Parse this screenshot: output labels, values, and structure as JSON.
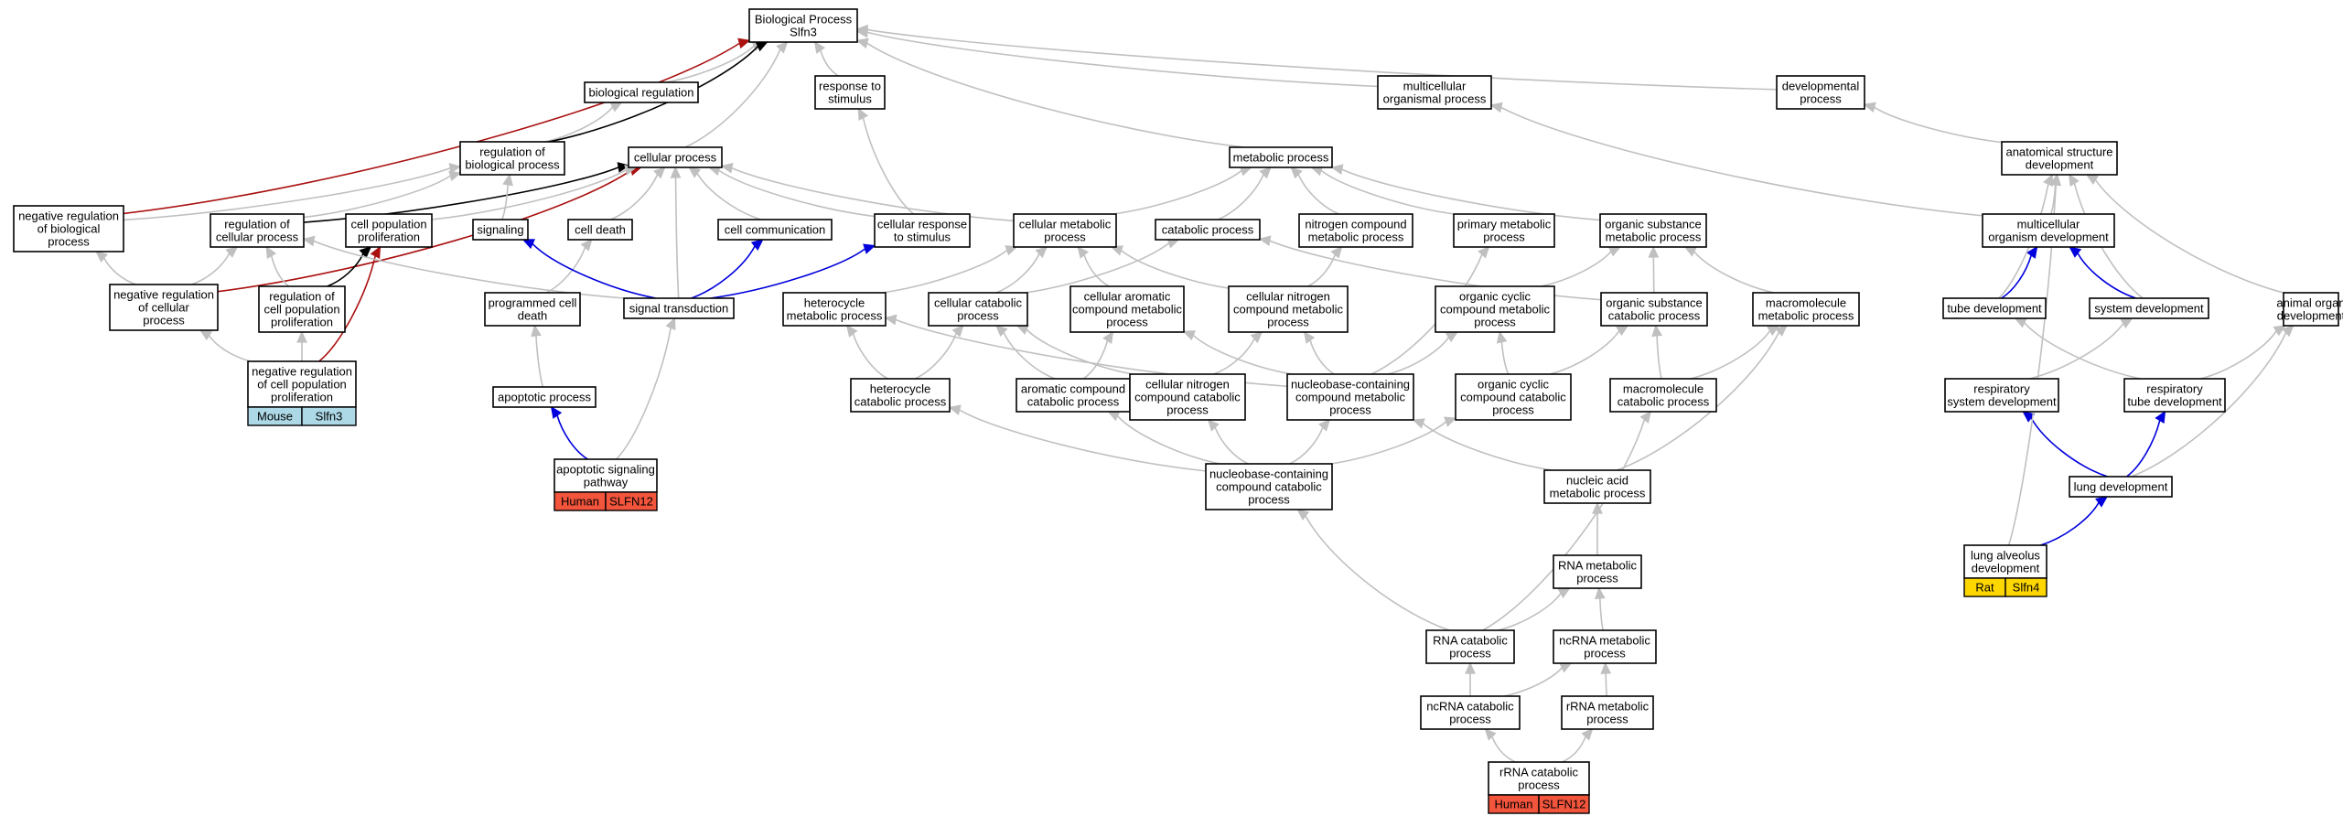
{
  "colors": {
    "is_a": "#c0c0c0",
    "positively_regulates": "#0000dd",
    "negatively_regulates": "#aa1111",
    "regulates": "#000000",
    "human": "#f2543c",
    "mouse": "#add8e6",
    "rat": "#ffd700"
  },
  "nodes": [
    {
      "id": "bp",
      "lines": [
        "Biological Process",
        "Slfn3"
      ]
    },
    {
      "id": "bioreg",
      "lines": [
        "biological regulation"
      ]
    },
    {
      "id": "respstim",
      "lines": [
        "response to",
        "stimulus"
      ]
    },
    {
      "id": "multiorg",
      "lines": [
        "multicellular",
        "organismal process"
      ]
    },
    {
      "id": "devproc",
      "lines": [
        "developmental",
        "process"
      ]
    },
    {
      "id": "regbp",
      "lines": [
        "regulation of",
        "biological process"
      ]
    },
    {
      "id": "cellproc",
      "lines": [
        "cellular process"
      ]
    },
    {
      "id": "metproc",
      "lines": [
        "metabolic process"
      ]
    },
    {
      "id": "anatdev",
      "lines": [
        "anatomical structure",
        "development"
      ]
    },
    {
      "id": "negregbp",
      "lines": [
        "negative regulation",
        "of biological",
        "process"
      ]
    },
    {
      "id": "regcell",
      "lines": [
        "regulation of",
        "cellular process"
      ]
    },
    {
      "id": "cellpop",
      "lines": [
        "cell population",
        "proliferation"
      ]
    },
    {
      "id": "signaling",
      "lines": [
        "signaling"
      ]
    },
    {
      "id": "celldeath",
      "lines": [
        "cell death"
      ]
    },
    {
      "id": "cellcomm",
      "lines": [
        "cell communication"
      ]
    },
    {
      "id": "cellresp",
      "lines": [
        "cellular response",
        "to stimulus"
      ]
    },
    {
      "id": "cellmet",
      "lines": [
        "cellular metabolic",
        "process"
      ]
    },
    {
      "id": "catproc",
      "lines": [
        "catabolic process"
      ]
    },
    {
      "id": "nitromet",
      "lines": [
        "nitrogen compound",
        "metabolic process"
      ]
    },
    {
      "id": "primmet",
      "lines": [
        "primary metabolic",
        "process"
      ]
    },
    {
      "id": "orgsubmet",
      "lines": [
        "organic substance",
        "metabolic process"
      ]
    },
    {
      "id": "multidev",
      "lines": [
        "multicellular",
        "organism development"
      ]
    },
    {
      "id": "negregcell",
      "lines": [
        "negative regulation",
        "of cellular",
        "process"
      ]
    },
    {
      "id": "regpop",
      "lines": [
        "regulation of",
        "cell population",
        "proliferation"
      ]
    },
    {
      "id": "progdeath",
      "lines": [
        "programmed cell",
        "death"
      ]
    },
    {
      "id": "sigtrans",
      "lines": [
        "signal transduction"
      ]
    },
    {
      "id": "hetmet",
      "lines": [
        "heterocycle",
        "metabolic process"
      ]
    },
    {
      "id": "cellcat",
      "lines": [
        "cellular catabolic",
        "process"
      ]
    },
    {
      "id": "cellarom",
      "lines": [
        "cellular aromatic",
        "compound metabolic",
        "process"
      ]
    },
    {
      "id": "cellnitro",
      "lines": [
        "cellular nitrogen",
        "compound metabolic",
        "process"
      ]
    },
    {
      "id": "orgcycmet",
      "lines": [
        "organic cyclic",
        "compound metabolic",
        "process"
      ]
    },
    {
      "id": "orgsubcat",
      "lines": [
        "organic substance",
        "catabolic process"
      ]
    },
    {
      "id": "macromet",
      "lines": [
        "macromolecule",
        "metabolic process"
      ]
    },
    {
      "id": "tubedev",
      "lines": [
        "tube development"
      ]
    },
    {
      "id": "sysdev",
      "lines": [
        "system development"
      ]
    },
    {
      "id": "animorg",
      "lines": [
        "animal organ",
        "development"
      ]
    },
    {
      "id": "negregpop",
      "lines": [
        "negative regulation",
        "of cell population",
        "proliferation"
      ],
      "tag": {
        "species": "Mouse",
        "gene": "Slfn3",
        "color": "#add8e6"
      }
    },
    {
      "id": "apoproc",
      "lines": [
        "apoptotic process"
      ]
    },
    {
      "id": "hetcat",
      "lines": [
        "heterocycle",
        "catabolic process"
      ]
    },
    {
      "id": "aromcat",
      "lines": [
        "aromatic compound",
        "catabolic process"
      ]
    },
    {
      "id": "cellnitrocat",
      "lines": [
        "cellular nitrogen",
        "compound catabolic",
        "process"
      ]
    },
    {
      "id": "nucmet",
      "lines": [
        "nucleobase-containing",
        "compound metabolic",
        "process"
      ]
    },
    {
      "id": "orgcyccat",
      "lines": [
        "organic cyclic",
        "compound catabolic",
        "process"
      ]
    },
    {
      "id": "macrocat",
      "lines": [
        "macromolecule",
        "catabolic process"
      ]
    },
    {
      "id": "respsys",
      "lines": [
        "respiratory",
        "system development"
      ]
    },
    {
      "id": "resptube",
      "lines": [
        "respiratory",
        "tube development"
      ]
    },
    {
      "id": "aposig",
      "lines": [
        "apoptotic signaling",
        "pathway"
      ],
      "tag": {
        "species": "Human",
        "gene": "SLFN12",
        "color": "#f2543c"
      }
    },
    {
      "id": "nuccat",
      "lines": [
        "nucleobase-containing",
        "compound catabolic",
        "process"
      ]
    },
    {
      "id": "nucacid",
      "lines": [
        "nucleic acid",
        "metabolic process"
      ]
    },
    {
      "id": "lungdev",
      "lines": [
        "lung development"
      ]
    },
    {
      "id": "lungalv",
      "lines": [
        "lung alveolus",
        "development"
      ],
      "tag": {
        "species": "Rat",
        "gene": "Slfn4",
        "color": "#ffd700"
      }
    },
    {
      "id": "rnamet",
      "lines": [
        "RNA metabolic",
        "process"
      ]
    },
    {
      "id": "rnacat",
      "lines": [
        "RNA catabolic",
        "process"
      ]
    },
    {
      "id": "ncrnamet",
      "lines": [
        "ncRNA metabolic",
        "process"
      ]
    },
    {
      "id": "ncrnacat",
      "lines": [
        "ncRNA catabolic",
        "process"
      ]
    },
    {
      "id": "rrnamet",
      "lines": [
        "rRNA metabolic",
        "process"
      ]
    },
    {
      "id": "rrnacat",
      "lines": [
        "rRNA catabolic",
        "process"
      ],
      "tag": {
        "species": "Human",
        "gene": "SLFN12",
        "color": "#f2543c"
      }
    }
  ],
  "edges": [
    {
      "from": "bioreg",
      "to": "bp",
      "rel": "is_a"
    },
    {
      "from": "respstim",
      "to": "bp",
      "rel": "is_a"
    },
    {
      "from": "multiorg",
      "to": "bp",
      "rel": "is_a"
    },
    {
      "from": "devproc",
      "to": "bp",
      "rel": "is_a"
    },
    {
      "from": "cellproc",
      "to": "bp",
      "rel": "is_a"
    },
    {
      "from": "metproc",
      "to": "bp",
      "rel": "is_a"
    },
    {
      "from": "regbp",
      "to": "bioreg",
      "rel": "is_a"
    },
    {
      "from": "regbp",
      "to": "bp",
      "rel": "regulates"
    },
    {
      "from": "negregbp",
      "to": "bp",
      "rel": "negatively_regulates"
    },
    {
      "from": "negregbp",
      "to": "regbp",
      "rel": "is_a"
    },
    {
      "from": "anatdev",
      "to": "devproc",
      "rel": "is_a"
    },
    {
      "from": "multidev",
      "to": "multiorg",
      "rel": "is_a"
    },
    {
      "from": "multidev",
      "to": "anatdev",
      "rel": "is_a"
    },
    {
      "from": "regcell",
      "to": "regbp",
      "rel": "is_a"
    },
    {
      "from": "regcell",
      "to": "cellproc",
      "rel": "regulates"
    },
    {
      "from": "negregcell",
      "to": "negregbp",
      "rel": "is_a"
    },
    {
      "from": "negregcell",
      "to": "regcell",
      "rel": "is_a"
    },
    {
      "from": "negregcell",
      "to": "cellproc",
      "rel": "negatively_regulates"
    },
    {
      "from": "cellpop",
      "to": "cellproc",
      "rel": "is_a"
    },
    {
      "from": "regpop",
      "to": "regcell",
      "rel": "is_a"
    },
    {
      "from": "regpop",
      "to": "cellpop",
      "rel": "regulates"
    },
    {
      "from": "negregpop",
      "to": "regpop",
      "rel": "is_a"
    },
    {
      "from": "negregpop",
      "to": "negregcell",
      "rel": "is_a"
    },
    {
      "from": "negregpop",
      "to": "cellpop",
      "rel": "negatively_regulates"
    },
    {
      "from": "signaling",
      "to": "regbp",
      "rel": "is_a"
    },
    {
      "from": "celldeath",
      "to": "cellproc",
      "rel": "is_a"
    },
    {
      "from": "cellcomm",
      "to": "cellproc",
      "rel": "is_a"
    },
    {
      "from": "cellresp",
      "to": "cellproc",
      "rel": "is_a"
    },
    {
      "from": "cellresp",
      "to": "respstim",
      "rel": "is_a"
    },
    {
      "from": "cellmet",
      "to": "cellproc",
      "rel": "is_a"
    },
    {
      "from": "cellmet",
      "to": "metproc",
      "rel": "is_a"
    },
    {
      "from": "catproc",
      "to": "metproc",
      "rel": "is_a"
    },
    {
      "from": "nitromet",
      "to": "metproc",
      "rel": "is_a"
    },
    {
      "from": "primmet",
      "to": "metproc",
      "rel": "is_a"
    },
    {
      "from": "orgsubmet",
      "to": "metproc",
      "rel": "is_a"
    },
    {
      "from": "progdeath",
      "to": "celldeath",
      "rel": "is_a"
    },
    {
      "from": "apoproc",
      "to": "progdeath",
      "rel": "is_a"
    },
    {
      "from": "sigtrans",
      "to": "signaling",
      "rel": "positively_regulates"
    },
    {
      "from": "sigtrans",
      "to": "cellcomm",
      "rel": "positively_regulates"
    },
    {
      "from": "sigtrans",
      "to": "cellresp",
      "rel": "positively_regulates"
    },
    {
      "from": "sigtrans",
      "to": "cellproc",
      "rel": "is_a"
    },
    {
      "from": "sigtrans",
      "to": "regcell",
      "rel": "is_a"
    },
    {
      "from": "aposig",
      "to": "apoproc",
      "rel": "positively_regulates"
    },
    {
      "from": "aposig",
      "to": "sigtrans",
      "rel": "is_a"
    },
    {
      "from": "hetmet",
      "to": "cellmet",
      "rel": "is_a"
    },
    {
      "from": "cellcat",
      "to": "cellmet",
      "rel": "is_a"
    },
    {
      "from": "cellcat",
      "to": "catproc",
      "rel": "is_a"
    },
    {
      "from": "cellarom",
      "to": "cellmet",
      "rel": "is_a"
    },
    {
      "from": "cellnitro",
      "to": "cellmet",
      "rel": "is_a"
    },
    {
      "from": "cellnitro",
      "to": "nitromet",
      "rel": "is_a"
    },
    {
      "from": "orgcycmet",
      "to": "orgsubmet",
      "rel": "is_a"
    },
    {
      "from": "orgsubcat",
      "to": "orgsubmet",
      "rel": "is_a"
    },
    {
      "from": "orgsubcat",
      "to": "catproc",
      "rel": "is_a"
    },
    {
      "from": "macromet",
      "to": "orgsubmet",
      "rel": "is_a"
    },
    {
      "from": "hetcat",
      "to": "hetmet",
      "rel": "is_a"
    },
    {
      "from": "hetcat",
      "to": "cellcat",
      "rel": "is_a"
    },
    {
      "from": "aromcat",
      "to": "cellarom",
      "rel": "is_a"
    },
    {
      "from": "aromcat",
      "to": "cellcat",
      "rel": "is_a"
    },
    {
      "from": "cellnitrocat",
      "to": "cellnitro",
      "rel": "is_a"
    },
    {
      "from": "cellnitrocat",
      "to": "cellcat",
      "rel": "is_a"
    },
    {
      "from": "nucmet",
      "to": "hetmet",
      "rel": "is_a"
    },
    {
      "from": "nucmet",
      "to": "cellarom",
      "rel": "is_a"
    },
    {
      "from": "nucmet",
      "to": "cellnitro",
      "rel": "is_a"
    },
    {
      "from": "nucmet",
      "to": "primmet",
      "rel": "is_a"
    },
    {
      "from": "nucmet",
      "to": "orgcycmet",
      "rel": "is_a"
    },
    {
      "from": "orgcyccat",
      "to": "orgcycmet",
      "rel": "is_a"
    },
    {
      "from": "orgcyccat",
      "to": "orgsubcat",
      "rel": "is_a"
    },
    {
      "from": "macrocat",
      "to": "orgsubcat",
      "rel": "is_a"
    },
    {
      "from": "macrocat",
      "to": "macromet",
      "rel": "is_a"
    },
    {
      "from": "nuccat",
      "to": "hetcat",
      "rel": "is_a"
    },
    {
      "from": "nuccat",
      "to": "aromcat",
      "rel": "is_a"
    },
    {
      "from": "nuccat",
      "to": "cellnitrocat",
      "rel": "is_a"
    },
    {
      "from": "nuccat",
      "to": "nucmet",
      "rel": "is_a"
    },
    {
      "from": "nuccat",
      "to": "orgcyccat",
      "rel": "is_a"
    },
    {
      "from": "nucacid",
      "to": "nucmet",
      "rel": "is_a"
    },
    {
      "from": "nucacid",
      "to": "macromet",
      "rel": "is_a"
    },
    {
      "from": "rnamet",
      "to": "nucacid",
      "rel": "is_a"
    },
    {
      "from": "rnacat",
      "to": "rnamet",
      "rel": "is_a"
    },
    {
      "from": "rnacat",
      "to": "nuccat",
      "rel": "is_a"
    },
    {
      "from": "rnacat",
      "to": "macrocat",
      "rel": "is_a"
    },
    {
      "from": "ncrnamet",
      "to": "rnamet",
      "rel": "is_a"
    },
    {
      "from": "ncrnacat",
      "to": "rnacat",
      "rel": "is_a"
    },
    {
      "from": "ncrnacat",
      "to": "ncrnamet",
      "rel": "is_a"
    },
    {
      "from": "rrnamet",
      "to": "ncrnamet",
      "rel": "is_a"
    },
    {
      "from": "rrnacat",
      "to": "ncrnacat",
      "rel": "is_a"
    },
    {
      "from": "rrnacat",
      "to": "rrnamet",
      "rel": "is_a"
    },
    {
      "from": "tubedev",
      "to": "multidev",
      "rel": "positively_regulates"
    },
    {
      "from": "sysdev",
      "to": "multidev",
      "rel": "positively_regulates"
    },
    {
      "from": "sysdev",
      "to": "anatdev",
      "rel": "is_a"
    },
    {
      "from": "tubedev",
      "to": "anatdev",
      "rel": "is_a"
    },
    {
      "from": "animorg",
      "to": "anatdev",
      "rel": "is_a"
    },
    {
      "from": "respsys",
      "to": "sysdev",
      "rel": "is_a"
    },
    {
      "from": "resptube",
      "to": "tubedev",
      "rel": "is_a"
    },
    {
      "from": "resptube",
      "to": "animorg",
      "rel": "is_a"
    },
    {
      "from": "lungdev",
      "to": "respsys",
      "rel": "positively_regulates"
    },
    {
      "from": "lungdev",
      "to": "resptube",
      "rel": "positively_regulates"
    },
    {
      "from": "lungdev",
      "to": "animorg",
      "rel": "is_a"
    },
    {
      "from": "lungalv",
      "to": "lungdev",
      "rel": "positively_regulates"
    },
    {
      "from": "lungalv",
      "to": "anatdev",
      "rel": "is_a"
    }
  ]
}
